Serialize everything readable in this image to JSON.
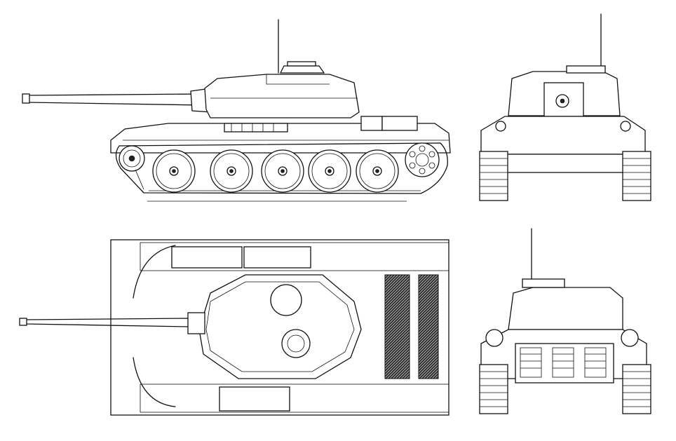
{
  "drawing": {
    "subject": "",
    "views": [
      {
        "id": "side",
        "label": ""
      },
      {
        "id": "front",
        "label": ""
      },
      {
        "id": "top",
        "label": ""
      },
      {
        "id": "rear",
        "label": ""
      }
    ],
    "road_wheels_per_side": 5,
    "line_color": "#111111",
    "background": "#ffffff"
  }
}
